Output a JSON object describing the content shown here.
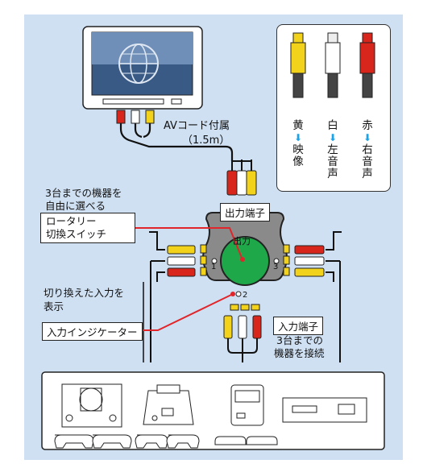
{
  "colors": {
    "bg": "#cfe0f3",
    "yellow": "#f2d21a",
    "white": "#ffffff",
    "red": "#d9261c",
    "knob": "#1ea84a",
    "line": "#e0262a"
  },
  "tv": {
    "cable_label": "AVコード付属",
    "cable_length": "（1.5m）"
  },
  "legend": {
    "columns": [
      {
        "color": "黄",
        "arrow": "⬇",
        "signal": "映像"
      },
      {
        "color": "白",
        "arrow": "⬇",
        "signal": "左音声"
      },
      {
        "color": "赤",
        "arrow": "⬇",
        "signal": "右音声"
      }
    ]
  },
  "switch_box": {
    "top_label": "出力",
    "input_1": "1",
    "input_2": "2",
    "input_3": "3"
  },
  "labels": {
    "output_terminal": "出力端子",
    "select_devices_line1": "3台までの機器を",
    "select_devices_line2": "自由に選べる",
    "rotary_line1": "ロータリー",
    "rotary_line2": "切換スイッチ",
    "switched_line1": "切り換えた入力を",
    "switched_line2": "表示",
    "indicator": "入力インジケーター",
    "input_terminal": "入力端子",
    "connect_line1": "3台までの",
    "connect_line2": "機器を接続"
  },
  "icons": [
    "tv-icon",
    "game-console-icon",
    "handheld-console-icon",
    "retro-console-icon",
    "av-deck-icon",
    "controller-icon",
    "rca-plug-icon"
  ]
}
